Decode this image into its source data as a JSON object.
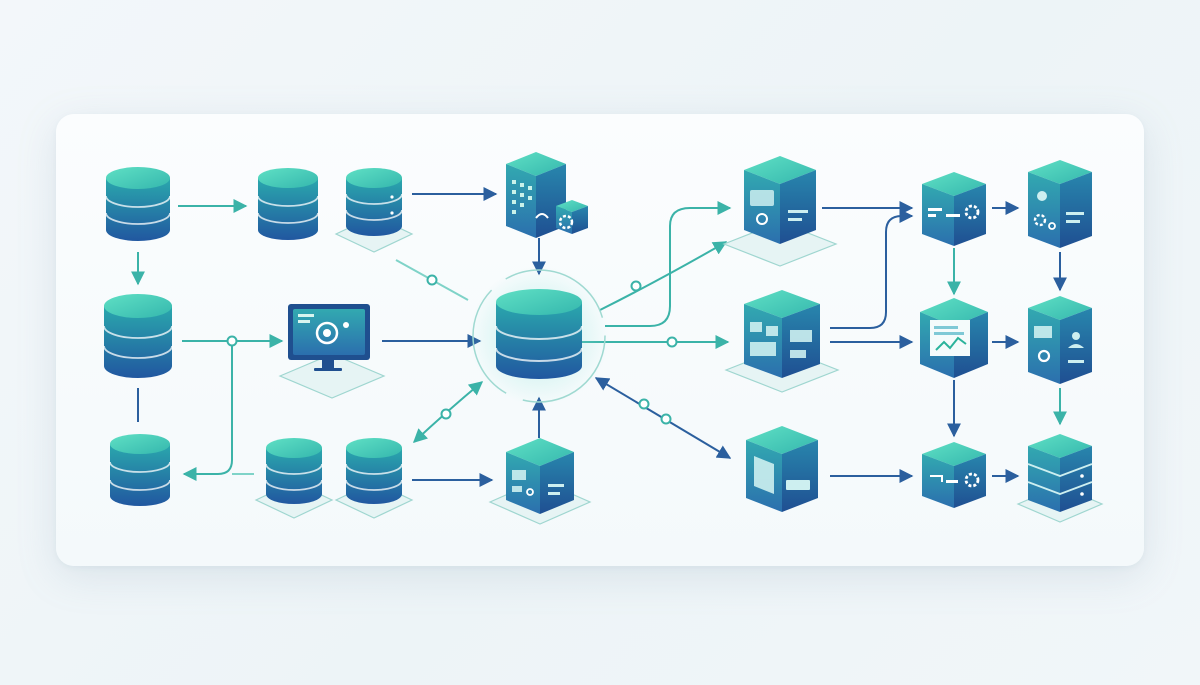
{
  "colors": {
    "teal_top": "#4fd1b8",
    "teal_mid": "#2fb3ad",
    "blue_body": "#2a6fb0",
    "blue_dark": "#1f4f8f",
    "cube_left": "#2c8fb2",
    "cube_right": "#24619f",
    "arrow_blue": "#2b5f9e",
    "arrow_teal": "#3bb3a8",
    "panel_bg": "#f7fbfc"
  },
  "nodes": [
    {
      "id": "db-top-left",
      "kind": "database",
      "icon": "database-icon",
      "interactable": false
    },
    {
      "id": "db-top-2",
      "kind": "database",
      "icon": "database-icon",
      "interactable": false
    },
    {
      "id": "db-top-3",
      "kind": "database-platform",
      "icon": "database-icon",
      "interactable": false
    },
    {
      "id": "building-gear",
      "kind": "building-cube",
      "icon": "building-gear-icon",
      "interactable": false
    },
    {
      "id": "db-mid-left",
      "kind": "database",
      "icon": "database-icon",
      "interactable": false
    },
    {
      "id": "monitor",
      "kind": "monitor",
      "icon": "monitor-icon",
      "interactable": false
    },
    {
      "id": "db-central",
      "kind": "database-hub",
      "icon": "database-icon",
      "interactable": false
    },
    {
      "id": "db-bottom-left",
      "kind": "database",
      "icon": "database-icon",
      "interactable": false
    },
    {
      "id": "db-bottom-2",
      "kind": "database-platform",
      "icon": "database-icon",
      "interactable": false
    },
    {
      "id": "db-bottom-3",
      "kind": "database-platform",
      "icon": "database-icon",
      "interactable": false
    },
    {
      "id": "server-bottom",
      "kind": "server-cube",
      "icon": "server-gear-icon",
      "interactable": false
    },
    {
      "id": "cube-top-right-1",
      "kind": "panel-cube",
      "icon": "dashboard-cube-icon",
      "interactable": false
    },
    {
      "id": "cube-mid-right-1",
      "kind": "panel-cube",
      "icon": "settings-cube-icon",
      "interactable": false
    },
    {
      "id": "cube-bottom-right-1",
      "kind": "panel-cube",
      "icon": "document-cube-icon",
      "interactable": false
    },
    {
      "id": "gear-cube-top",
      "kind": "hex-cube",
      "icon": "gear-icon",
      "interactable": false
    },
    {
      "id": "doc-cube-mid",
      "kind": "hex-cube",
      "icon": "chart-document-icon",
      "interactable": false
    },
    {
      "id": "gear-cube-bottom",
      "kind": "hex-cube",
      "icon": "gear-icon",
      "interactable": false
    },
    {
      "id": "server-top-far",
      "kind": "server-cube",
      "icon": "server-gear-icon",
      "interactable": false
    },
    {
      "id": "server-mid-far",
      "kind": "server-cube",
      "icon": "server-user-icon",
      "interactable": false
    },
    {
      "id": "server-bottom-far",
      "kind": "stack-cube",
      "icon": "server-stack-icon",
      "interactable": false
    }
  ],
  "edges": [
    {
      "from": "db-top-left",
      "to": "db-top-2",
      "style": "teal"
    },
    {
      "from": "db-top-3",
      "to": "building-gear",
      "style": "blue"
    },
    {
      "from": "db-top-left",
      "to": "db-mid-left",
      "style": "teal"
    },
    {
      "from": "db-mid-left",
      "to": "monitor",
      "style": "teal"
    },
    {
      "from": "monitor",
      "to": "db-central",
      "style": "blue"
    },
    {
      "from": "building-gear",
      "to": "db-central",
      "style": "blue"
    },
    {
      "from": "db-mid-left",
      "to": "db-bottom-left",
      "style": "blue"
    },
    {
      "from": "db-bottom-3",
      "to": "server-bottom",
      "style": "blue"
    },
    {
      "from": "server-bottom",
      "to": "db-central",
      "style": "blue"
    },
    {
      "from": "db-central",
      "to": "cube-top-right-1",
      "style": "teal"
    },
    {
      "from": "db-central",
      "to": "cube-mid-right-1",
      "style": "teal"
    },
    {
      "from": "db-central",
      "to": "cube-bottom-right-1",
      "style": "blue"
    },
    {
      "from": "cube-top-right-1",
      "to": "gear-cube-top",
      "style": "blue"
    },
    {
      "from": "gear-cube-top",
      "to": "server-top-far",
      "style": "blue"
    },
    {
      "from": "cube-mid-right-1",
      "to": "doc-cube-mid",
      "style": "blue"
    },
    {
      "from": "doc-cube-mid",
      "to": "server-mid-far",
      "style": "blue"
    },
    {
      "from": "cube-bottom-right-1",
      "to": "gear-cube-bottom",
      "style": "blue"
    },
    {
      "from": "gear-cube-bottom",
      "to": "server-bottom-far",
      "style": "blue"
    }
  ]
}
